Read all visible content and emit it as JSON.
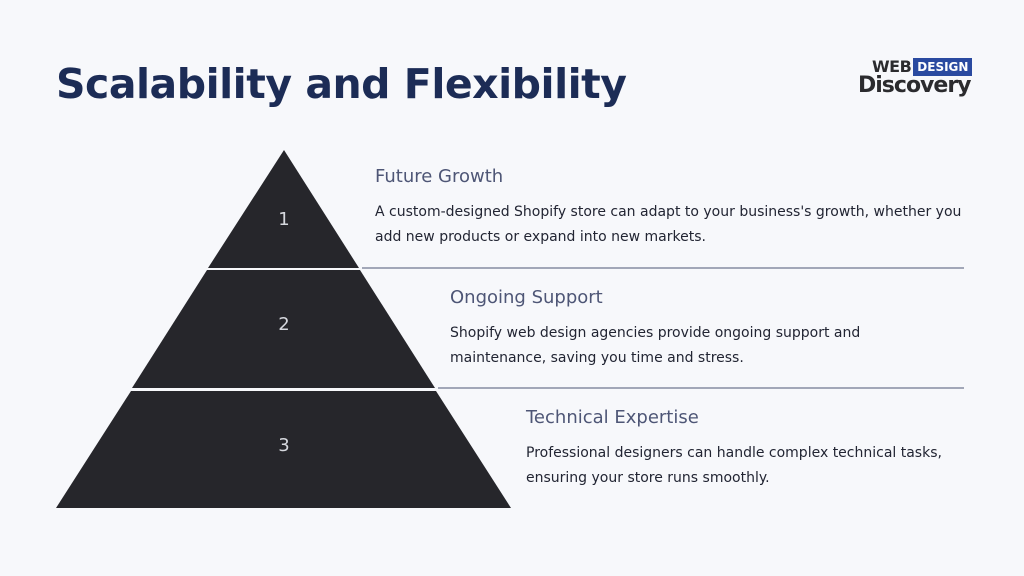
{
  "title": "Scalability and Flexibility",
  "logo": {
    "top_left": "WEB",
    "top_badge": "DESIGN",
    "bottom": "Discovery",
    "badge_color": "#2a4aa0"
  },
  "colors": {
    "title": "#1c2c56",
    "pyramid": "#26262b",
    "divider": "#4e5676",
    "heading": "#4e5676"
  },
  "tiers": [
    {
      "number": "1",
      "heading": "Future Growth",
      "text": "A custom-designed Shopify store can adapt to your business's growth, whether you add new products or expand into new markets."
    },
    {
      "number": "2",
      "heading": "Ongoing Support",
      "text": "Shopify web design agencies provide ongoing support and maintenance, saving you time and stress."
    },
    {
      "number": "3",
      "heading": "Technical Expertise",
      "text": "Professional designers can handle complex technical tasks, ensuring your store runs smoothly."
    }
  ]
}
